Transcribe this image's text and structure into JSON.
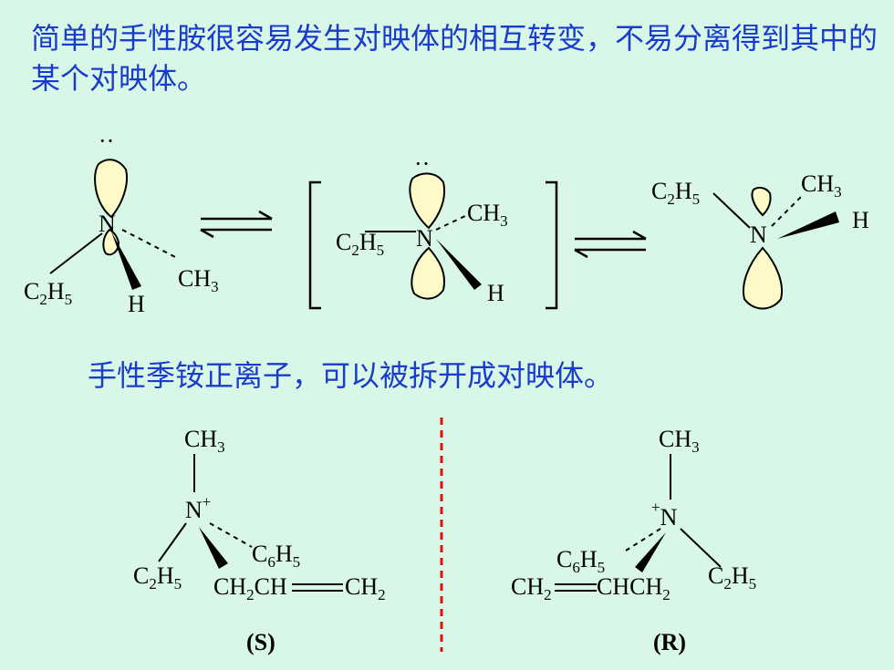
{
  "heading_1": "简单的手性胺很容易发生对映体的相互转变，不易分离得到其中的某个对映体。",
  "heading_2": "手性季铵正离子，可以被拆开成对映体。",
  "atoms": {
    "N": "N",
    "H": "H",
    "C": "C",
    "CH": "CH",
    "sub2": "2",
    "sub3": "3",
    "sub5": "5",
    "sub6": "6",
    "plus": "+",
    "lone_pair": "··"
  },
  "labels": {
    "s": "(S)",
    "r": "(R)"
  },
  "colors": {
    "background": "#d9f7e6",
    "heading_text": "#1a3ccc",
    "lone_pair_fill": "#fffac8",
    "divider": "#e01010"
  }
}
